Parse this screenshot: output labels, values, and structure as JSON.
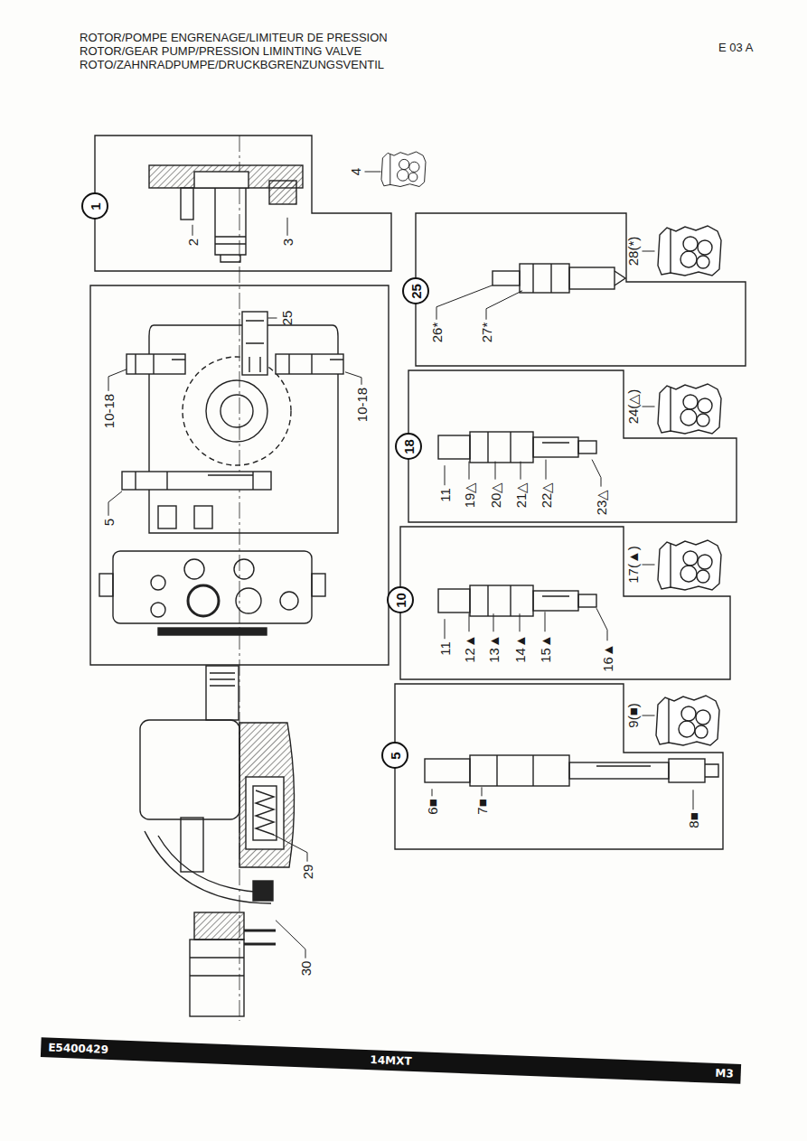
{
  "diagram": {
    "title": "ROTOR/POMPE ENGRENAGE/LIMITEUR DE PRESSION",
    "nodes": [
      {
        "text": [
          "1"
        ]
      },
      {
        "text": [
          "25"
        ]
      },
      {
        "text": [
          "18"
        ]
      },
      {
        "text": [
          "10"
        ]
      },
      {
        "text": [
          "5"
        ]
      },
      {
        "text": [
          "E5400429",
          "14MXT",
          "M3"
        ]
      }
    ],
    "labels": [
      "ROTOR/GEAR PUMP/PRESSION LIMINTING VALVE",
      "ROTO/ZAHNRADPUMPE/DRUCKBGRENZUNGSVENTIL",
      "E 03 A",
      "2",
      "3",
      "4",
      "25",
      "10-18",
      "10-18",
      "5",
      "26*",
      "27*",
      "28(*)",
      "11",
      "19△",
      "20△",
      "21△",
      "22△",
      "23△",
      "24(△)",
      "11",
      "12▲",
      "13▲",
      "14▲",
      "15▲",
      "16▲",
      "17(▲)",
      "6■",
      "7■",
      "8■",
      "9(■)",
      "29",
      "30"
    ]
  }
}
